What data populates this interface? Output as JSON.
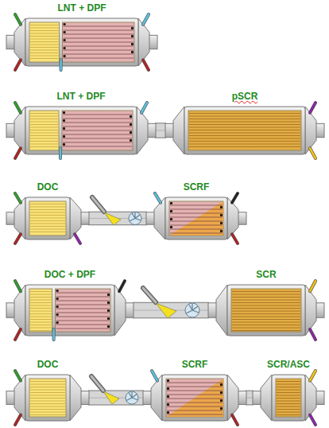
{
  "diagram": {
    "nodes": [
      {
        "text": [
          "LNT + DPF"
        ]
      },
      {
        "text": [
          "LNT + DPF"
        ]
      },
      {
        "text": [
          "pSCR"
        ]
      },
      {
        "text": [
          "DOC"
        ]
      },
      {
        "text": [
          "SCRF"
        ]
      },
      {
        "text": [
          "DOC + DPF"
        ]
      },
      {
        "text": [
          "SCR"
        ]
      },
      {
        "text": [
          "DOC"
        ]
      },
      {
        "text": [
          "SCRF"
        ]
      },
      {
        "text": [
          "SCR/ASC"
        ]
      }
    ],
    "edges": [
      {
        "from": 1,
        "to": 2,
        "arrow": "none"
      },
      {
        "from": 3,
        "to": 4,
        "arrow": "none"
      },
      {
        "from": 5,
        "to": 6,
        "arrow": "none"
      },
      {
        "from": 7,
        "to": 8,
        "arrow": "none"
      },
      {
        "from": 8,
        "to": 9,
        "arrow": "none"
      }
    ]
  }
}
